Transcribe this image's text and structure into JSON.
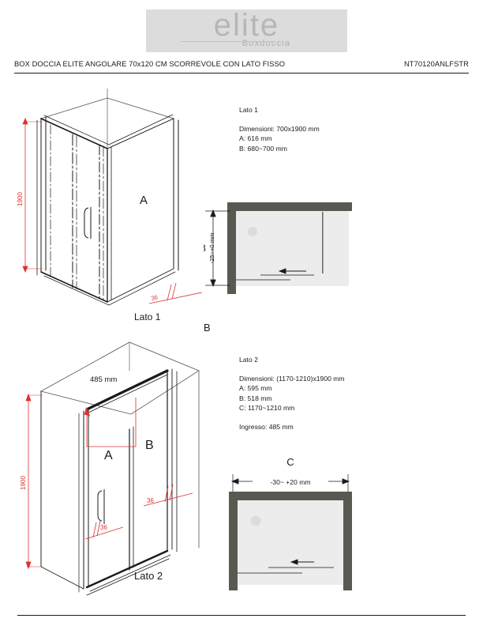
{
  "header": {
    "logo_word": "elite",
    "logo_sub": "Boxdoccia",
    "title": "BOX DOCCIA ELITE ANGOLARE 70x120 CM SCORREVOLE CON LATO FISSO",
    "code": "NT70120ANLFSTR"
  },
  "lato1": {
    "heading": "Lato 1",
    "dimensioni": "Dimensioni: 700x1900 mm",
    "a": "A: 616 mm",
    "b": "B: 680~700 mm",
    "drawing": {
      "caption": "Lato 1",
      "height_dim": "1900",
      "panel_a": "A",
      "panel_b": "B",
      "profile_depth": "36"
    },
    "plan": {
      "label_b": "B",
      "tolerance": "-25~+0 mm"
    }
  },
  "lato2": {
    "heading": "Lato 2",
    "dimensioni": "Dimensioni: (1170-1210)x1900 mm",
    "a": "A: 595 mm",
    "b": "B: 518 mm",
    "c": "C: 1170~1210 mm",
    "ingresso": "Ingresso: 485 mm",
    "drawing": {
      "caption": "Lato 2",
      "height_dim": "1900",
      "entry_dim": "485 mm",
      "panel_a": "A",
      "panel_b": "B",
      "profile_depth_left": "36",
      "profile_depth_right": "36"
    },
    "plan": {
      "label_c": "C",
      "tolerance": "-30~ +20 mm"
    }
  },
  "colors": {
    "dimension_red": "#e03030",
    "wall_gray": "#575a51",
    "tray_gray": "#ececec",
    "logo_bg": "#dcdcdc",
    "line_black": "#1a1a1a"
  }
}
